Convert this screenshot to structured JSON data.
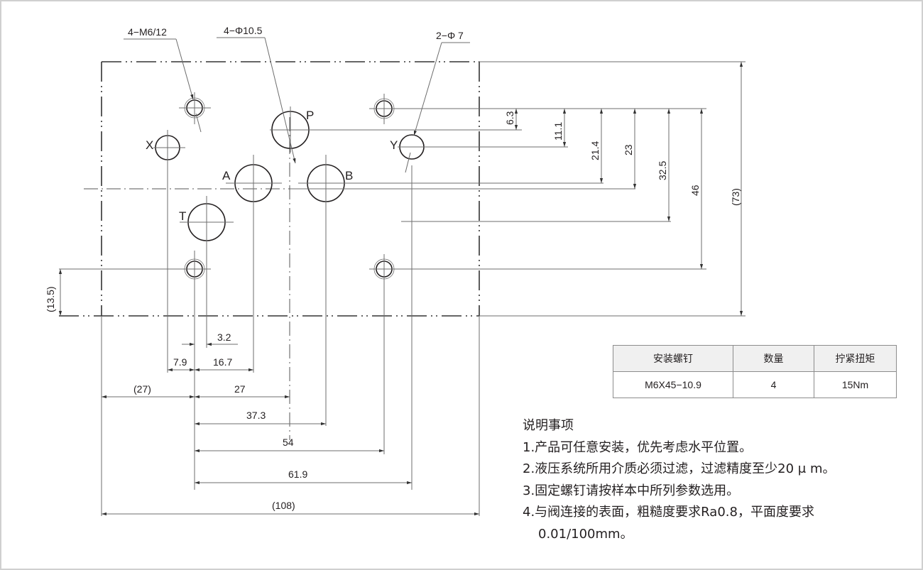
{
  "drawing": {
    "callouts": {
      "tapped_holes": "4−M6/12",
      "main_ports": "4−Φ10.5",
      "pilot_ports": "2−Φ 7"
    },
    "ports": {
      "P": "P",
      "A": "A",
      "B": "B",
      "T": "T",
      "X": "X",
      "Y": "Y"
    },
    "vertical_dimensions": {
      "d_6_3": "6.3",
      "d_11_1": "11.1",
      "d_21_4": "21.4",
      "d_23": "23",
      "d_32_5": "32.5",
      "d_46": "46",
      "d_73": "(73)",
      "d_13_5": "(13.5)"
    },
    "horizontal_dimensions": {
      "d_3_2": "3.2",
      "d_7_9": "7.9",
      "d_16_7": "16.7",
      "d_27_ref": "(27)",
      "d_27": "27",
      "d_37_3": "37.3",
      "d_54": "54",
      "d_61_9": "61.9",
      "d_108": "(108)"
    }
  },
  "spec_table": {
    "headers": [
      "安装螺钉",
      "数量",
      "拧紧扭矩"
    ],
    "row": [
      "M6X45−10.9",
      "4",
      "15Nm"
    ]
  },
  "notes": {
    "title": "说明事项",
    "items": [
      "1.产品可任意安装，优先考虑水平位置。",
      "2.液压系统所用介质必须过滤，过滤精度至少20 μ m。",
      "3.固定螺钉请按样本中所列参数选用。",
      "4.与阀连接的表面，粗糙度要求Ra0.8，平面度要求",
      "0.01/100mm。"
    ]
  }
}
